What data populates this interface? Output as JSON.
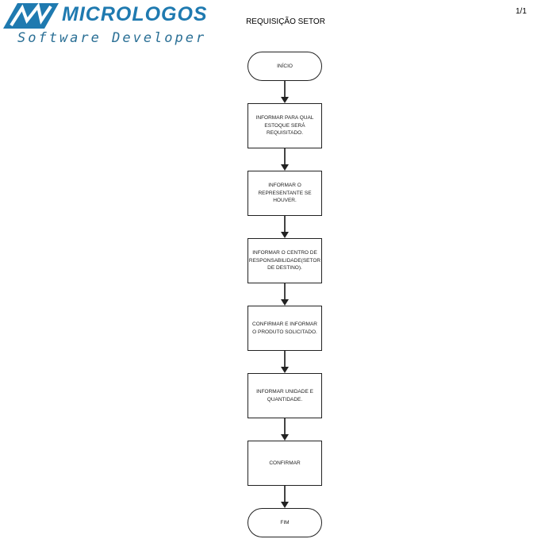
{
  "logo": {
    "name": "MICROLOGOS",
    "tagline": "Software Developer"
  },
  "title": "REQUISIÇÃO SETOR",
  "page": "1/1",
  "nodes": [
    {
      "type": "terminator",
      "text": "INÍCIO"
    },
    {
      "type": "process",
      "text": "INFORMAR PARA QUAL ESTOQUE SERÁ REQUISITADO."
    },
    {
      "type": "process",
      "text": "INFORMAR O REPRESENTANTE SE HOUVER."
    },
    {
      "type": "process",
      "text": "INFORMAR O CENTRO DE RESPONSABILIDADE(SETOR DE DESTINO)."
    },
    {
      "type": "process",
      "text": "CONFIRMAR E INFORMAR O PRODUTO SOLICITADO."
    },
    {
      "type": "process",
      "text": "INFORMAR UNIDADE E QUANTIDADE."
    },
    {
      "type": "process",
      "text": "CONFIRMAR"
    },
    {
      "type": "terminator",
      "text": "FIM"
    }
  ]
}
